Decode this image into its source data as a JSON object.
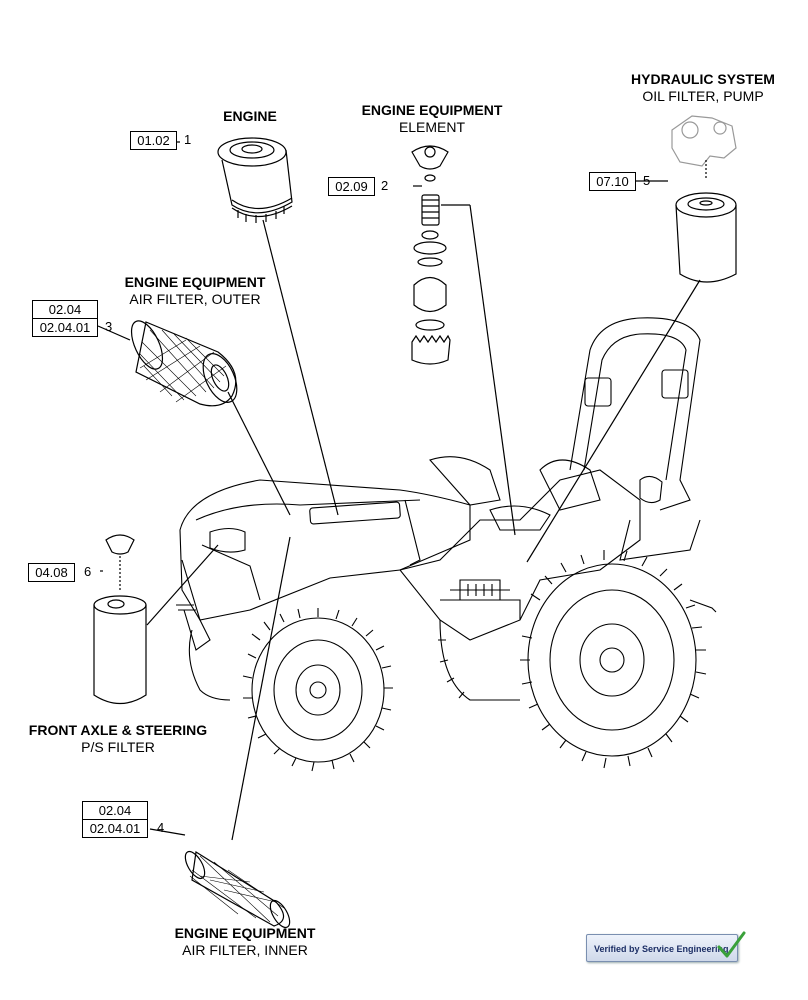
{
  "callouts": {
    "engine": {
      "title": "ENGINE",
      "ref": "01.02",
      "num": "1"
    },
    "element": {
      "title": "ENGINE EQUIPMENT",
      "subtitle": "ELEMENT",
      "ref": "02.09",
      "num": "2"
    },
    "hydraulic": {
      "title": "HYDRAULIC SYSTEM",
      "subtitle": "OIL FILTER, PUMP",
      "ref": "07.10",
      "num": "5"
    },
    "air_outer": {
      "title": "ENGINE EQUIPMENT",
      "subtitle": "AIR FILTER, OUTER",
      "ref1": "02.04",
      "ref2": "02.04.01",
      "num": "3"
    },
    "ps_filter": {
      "title": "FRONT AXLE & STEERING",
      "subtitle": "P/S FILTER",
      "ref": "04.08",
      "num": "6"
    },
    "air_inner": {
      "title": "ENGINE EQUIPMENT",
      "subtitle": "AIR FILTER, INNER",
      "ref1": "02.04",
      "ref2": "02.04.01",
      "num": "4"
    }
  },
  "badge": {
    "text": "Verified by Service Engineering"
  },
  "icons": [
    "oil-filter-icon",
    "filter-element-icon",
    "hydraulic-filter-icon",
    "air-filter-outer-icon",
    "ps-filter-icon",
    "air-filter-inner-icon",
    "tractor-illustration",
    "check-mark-icon"
  ],
  "colors": {
    "line": "#000000",
    "badge_text": "#1d2f66",
    "check": "#3aa13a"
  }
}
